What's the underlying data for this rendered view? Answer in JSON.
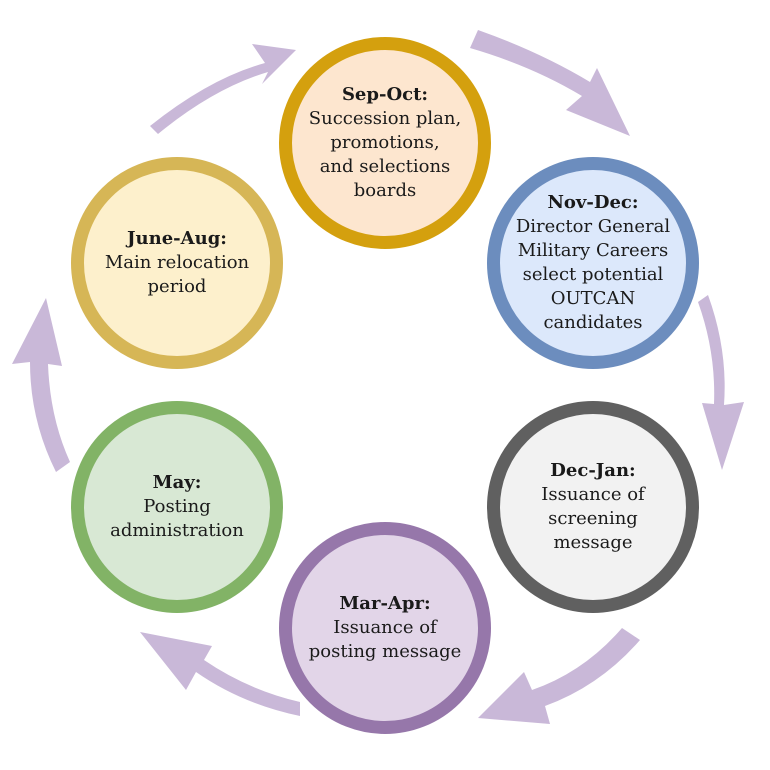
{
  "diagram": {
    "type": "cycle",
    "arrow_color": "#c9b8d8",
    "nodes": [
      {
        "id": "sep-oct",
        "title": "Sep-Oct:",
        "lines": [
          "Succession plan,",
          "promotions,",
          "and selections",
          "boards"
        ],
        "border_color": "#d4a00e",
        "fill_color": "#fde6cf"
      },
      {
        "id": "nov-dec",
        "title": "Nov-Dec:",
        "lines": [
          "Director General",
          "Military Careers",
          "select potential",
          "OUTCAN",
          "candidates"
        ],
        "border_color": "#6c8dbe",
        "fill_color": "#dce8fb"
      },
      {
        "id": "dec-jan",
        "title": "Dec-Jan:",
        "lines": [
          "Issuance of",
          "screening",
          "message"
        ],
        "border_color": "#606060",
        "fill_color": "#f2f2f2"
      },
      {
        "id": "mar-apr",
        "title": "Mar-Apr:",
        "lines": [
          "Issuance of",
          "posting message"
        ],
        "border_color": "#9677aa",
        "fill_color": "#e2d5e8"
      },
      {
        "id": "may",
        "title": "May:",
        "lines": [
          "Posting",
          "administration"
        ],
        "border_color": "#82b366",
        "fill_color": "#d8e8d4"
      },
      {
        "id": "june-aug",
        "title": "June-Aug:",
        "lines": [
          "Main relocation",
          "period"
        ],
        "border_color": "#d6b656",
        "fill_color": "#fdf0cc"
      }
    ]
  }
}
